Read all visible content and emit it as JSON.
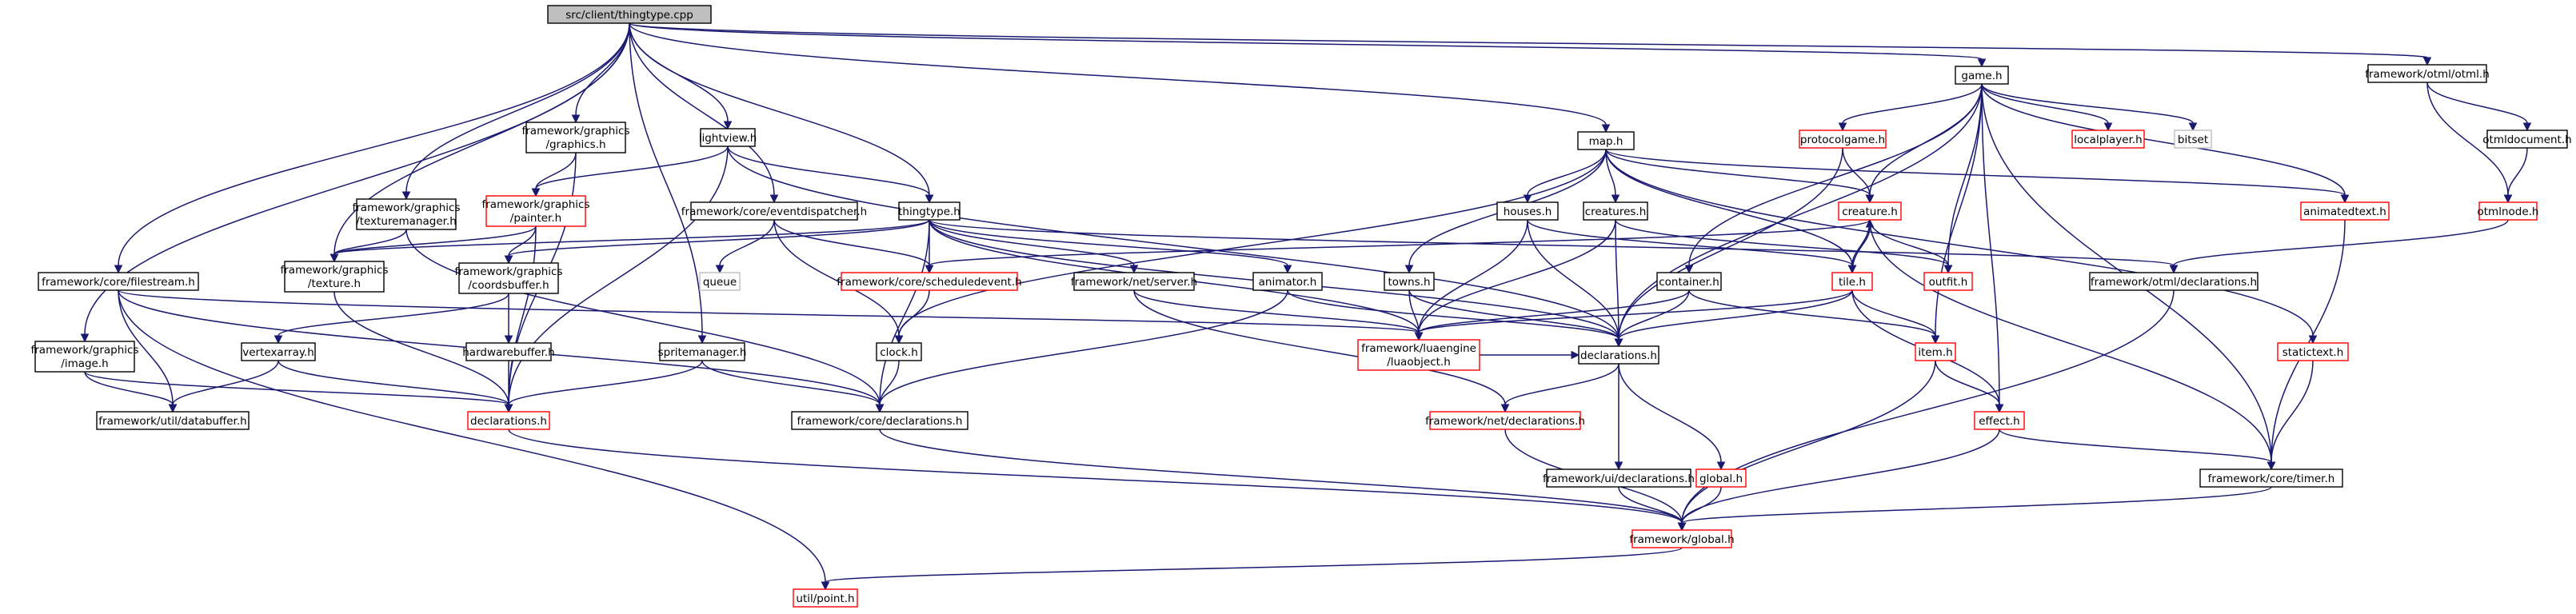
{
  "diagram": {
    "colors": {
      "edge": "#191970",
      "node_border_documented": "#000000",
      "node_border_undocumented": "#ff0000",
      "node_border_system": "#bfbfbf",
      "root_fill": "#bfbfbf"
    },
    "nodes": [
      {
        "id": "root",
        "label": "src/client/thingtype.cpp",
        "style": "root"
      },
      {
        "id": "graphics",
        "label": "framework/graphics\n/graphics.h",
        "style": "normal"
      },
      {
        "id": "lightview",
        "label": "lightview.h",
        "style": "normal"
      },
      {
        "id": "map",
        "label": "map.h",
        "style": "normal"
      },
      {
        "id": "game",
        "label": "game.h",
        "style": "normal"
      },
      {
        "id": "otml",
        "label": "framework/otml/otml.h",
        "style": "normal"
      },
      {
        "id": "protocolgame",
        "label": "protocolgame.h",
        "style": "red"
      },
      {
        "id": "localplayer",
        "label": "localplayer.h",
        "style": "red"
      },
      {
        "id": "bitset",
        "label": "bitset",
        "style": "gray"
      },
      {
        "id": "otmldocument",
        "label": "otmldocument.h",
        "style": "normal"
      },
      {
        "id": "texturemanager",
        "label": "framework/graphics\n/texturemanager.h",
        "style": "normal"
      },
      {
        "id": "painter",
        "label": "framework/graphics\n/painter.h",
        "style": "red"
      },
      {
        "id": "eventdispatcher",
        "label": "framework/core/eventdispatcher.h",
        "style": "normal"
      },
      {
        "id": "thingtype",
        "label": "thingtype.h",
        "style": "normal"
      },
      {
        "id": "houses",
        "label": "houses.h",
        "style": "normal"
      },
      {
        "id": "creatures",
        "label": "creatures.h",
        "style": "normal"
      },
      {
        "id": "creature",
        "label": "creature.h",
        "style": "red"
      },
      {
        "id": "animatedtext",
        "label": "animatedtext.h",
        "style": "red"
      },
      {
        "id": "otmlnode",
        "label": "otmlnode.h",
        "style": "red"
      },
      {
        "id": "filestream",
        "label": "framework/core/filestream.h",
        "style": "normal"
      },
      {
        "id": "texture",
        "label": "framework/graphics\n/texture.h",
        "style": "normal"
      },
      {
        "id": "coordsbuffer",
        "label": "framework/graphics\n/coordsbuffer.h",
        "style": "normal"
      },
      {
        "id": "queue",
        "label": "queue",
        "style": "gray"
      },
      {
        "id": "scheduledevent",
        "label": "framework/core/scheduledevent.h",
        "style": "red"
      },
      {
        "id": "server",
        "label": "framework/net/server.h",
        "style": "normal"
      },
      {
        "id": "animator",
        "label": "animator.h",
        "style": "normal"
      },
      {
        "id": "towns",
        "label": "towns.h",
        "style": "normal"
      },
      {
        "id": "container",
        "label": "container.h",
        "style": "normal"
      },
      {
        "id": "tile",
        "label": "tile.h",
        "style": "red"
      },
      {
        "id": "outfit",
        "label": "outfit.h",
        "style": "red"
      },
      {
        "id": "otmldecl",
        "label": "framework/otml/declarations.h",
        "style": "normal"
      },
      {
        "id": "image",
        "label": "framework/graphics\n/image.h",
        "style": "normal"
      },
      {
        "id": "vertexarray",
        "label": "vertexarray.h",
        "style": "normal"
      },
      {
        "id": "hardwarebuffer",
        "label": "hardwarebuffer.h",
        "style": "normal"
      },
      {
        "id": "spritemanager",
        "label": "spritemanager.h",
        "style": "normal"
      },
      {
        "id": "clock",
        "label": "clock.h",
        "style": "normal"
      },
      {
        "id": "luaobject",
        "label": "framework/luaengine\n/luaobject.h",
        "style": "red"
      },
      {
        "id": "declarations",
        "label": "declarations.h",
        "style": "normal"
      },
      {
        "id": "item",
        "label": "item.h",
        "style": "red"
      },
      {
        "id": "staticText",
        "label": "statictext.h",
        "style": "red"
      },
      {
        "id": "databuffer",
        "label": "framework/util/databuffer.h",
        "style": "normal"
      },
      {
        "id": "gdecl",
        "label": "declarations.h",
        "style": "red"
      },
      {
        "id": "coredecl",
        "label": "framework/core/declarations.h",
        "style": "normal"
      },
      {
        "id": "netdecl",
        "label": "framework/net/declarations.h",
        "style": "red"
      },
      {
        "id": "effect",
        "label": "effect.h",
        "style": "red"
      },
      {
        "id": "uidecl",
        "label": "framework/ui/declarations.h",
        "style": "normal"
      },
      {
        "id": "global",
        "label": "global.h",
        "style": "red"
      },
      {
        "id": "timer",
        "label": "framework/core/timer.h",
        "style": "normal"
      },
      {
        "id": "fwglobal",
        "label": "framework/global.h",
        "style": "red"
      },
      {
        "id": "point",
        "label": "util/point.h",
        "style": "red"
      }
    ],
    "edges": [
      [
        "root",
        "graphics"
      ],
      [
        "root",
        "lightview"
      ],
      [
        "root",
        "map"
      ],
      [
        "root",
        "game"
      ],
      [
        "root",
        "otml"
      ],
      [
        "root",
        "texturemanager"
      ],
      [
        "root",
        "eventdispatcher"
      ],
      [
        "root",
        "thingtype"
      ],
      [
        "root",
        "filestream"
      ],
      [
        "root",
        "texture"
      ],
      [
        "root",
        "image"
      ],
      [
        "root",
        "spritemanager"
      ],
      [
        "graphics",
        "painter"
      ],
      [
        "graphics",
        "gdecl"
      ],
      [
        "lightview",
        "painter"
      ],
      [
        "lightview",
        "thingtype"
      ],
      [
        "lightview",
        "declarations"
      ],
      [
        "lightview",
        "gdecl"
      ],
      [
        "texturemanager",
        "texture"
      ],
      [
        "texturemanager",
        "coredecl"
      ],
      [
        "painter",
        "texture"
      ],
      [
        "painter",
        "coordsbuffer"
      ],
      [
        "painter",
        "gdecl"
      ],
      [
        "eventdispatcher",
        "queue"
      ],
      [
        "eventdispatcher",
        "scheduledevent"
      ],
      [
        "eventdispatcher",
        "clock"
      ],
      [
        "thingtype",
        "texture"
      ],
      [
        "thingtype",
        "coordsbuffer"
      ],
      [
        "thingtype",
        "scheduledevent"
      ],
      [
        "thingtype",
        "server"
      ],
      [
        "thingtype",
        "animator"
      ],
      [
        "thingtype",
        "luaobject"
      ],
      [
        "thingtype",
        "declarations"
      ],
      [
        "thingtype",
        "coredecl"
      ],
      [
        "thingtype",
        "otmldecl"
      ],
      [
        "map",
        "houses"
      ],
      [
        "map",
        "creatures"
      ],
      [
        "map",
        "towns"
      ],
      [
        "map",
        "creature"
      ],
      [
        "map",
        "animatedtext"
      ],
      [
        "map",
        "tile"
      ],
      [
        "map",
        "staticText"
      ],
      [
        "map",
        "clock"
      ],
      [
        "game",
        "protocolgame"
      ],
      [
        "game",
        "localplayer"
      ],
      [
        "game",
        "bitset"
      ],
      [
        "game",
        "container"
      ],
      [
        "game",
        "creature"
      ],
      [
        "game",
        "animatedtext"
      ],
      [
        "game",
        "item"
      ],
      [
        "game",
        "effect"
      ],
      [
        "game",
        "outfit"
      ],
      [
        "game",
        "declarations"
      ],
      [
        "game",
        "timer"
      ],
      [
        "otml",
        "otmldocument"
      ],
      [
        "otml",
        "otmlnode"
      ],
      [
        "otmldocument",
        "otmlnode"
      ],
      [
        "otmlnode",
        "otmldecl"
      ],
      [
        "protocolgame",
        "creature"
      ],
      [
        "protocolgame",
        "declarations"
      ],
      [
        "houses",
        "luaobject"
      ],
      [
        "houses",
        "declarations"
      ],
      [
        "houses",
        "tile"
      ],
      [
        "creatures",
        "luaobject"
      ],
      [
        "creatures",
        "declarations"
      ],
      [
        "creatures",
        "outfit"
      ],
      [
        "creature",
        "tile"
      ],
      [
        "creature",
        "outfit"
      ],
      [
        "creature",
        "scheduledevent"
      ],
      [
        "creature",
        "timer"
      ],
      [
        "animatedtext",
        "timer"
      ],
      [
        "filestream",
        "databuffer"
      ],
      [
        "filestream",
        "luaobject"
      ],
      [
        "filestream",
        "point"
      ],
      [
        "filestream",
        "coredecl"
      ],
      [
        "texture",
        "gdecl"
      ],
      [
        "coordsbuffer",
        "vertexarray"
      ],
      [
        "coordsbuffer",
        "hardwarebuffer"
      ],
      [
        "scheduledevent",
        "clock"
      ],
      [
        "server",
        "luaobject"
      ],
      [
        "server",
        "netdecl"
      ],
      [
        "animator",
        "declarations"
      ],
      [
        "animator",
        "coredecl"
      ],
      [
        "towns",
        "luaobject"
      ],
      [
        "towns",
        "declarations"
      ],
      [
        "container",
        "luaobject"
      ],
      [
        "container",
        "declarations"
      ],
      [
        "container",
        "item"
      ],
      [
        "tile",
        "creature"
      ],
      [
        "tile",
        "item"
      ],
      [
        "tile",
        "effect"
      ],
      [
        "tile",
        "luaobject"
      ],
      [
        "tile",
        "declarations"
      ],
      [
        "otmldecl",
        "fwglobal"
      ],
      [
        "image",
        "databuffer"
      ],
      [
        "image",
        "gdecl"
      ],
      [
        "vertexarray",
        "databuffer"
      ],
      [
        "vertexarray",
        "gdecl"
      ],
      [
        "hardwarebuffer",
        "gdecl"
      ],
      [
        "spritemanager",
        "gdecl"
      ],
      [
        "spritemanager",
        "coredecl"
      ],
      [
        "clock",
        "coredecl"
      ],
      [
        "luaobject",
        "declarations"
      ],
      [
        "declarations",
        "netdecl"
      ],
      [
        "declarations",
        "uidecl"
      ],
      [
        "declarations",
        "global"
      ],
      [
        "item",
        "effect"
      ],
      [
        "item",
        "fwglobal"
      ],
      [
        "staticText",
        "timer"
      ],
      [
        "gdecl",
        "fwglobal"
      ],
      [
        "coredecl",
        "fwglobal"
      ],
      [
        "netdecl",
        "fwglobal"
      ],
      [
        "effect",
        "timer"
      ],
      [
        "effect",
        "fwglobal"
      ],
      [
        "uidecl",
        "fwglobal"
      ],
      [
        "global",
        "fwglobal"
      ],
      [
        "timer",
        "fwglobal"
      ],
      [
        "fwglobal",
        "point"
      ]
    ]
  }
}
